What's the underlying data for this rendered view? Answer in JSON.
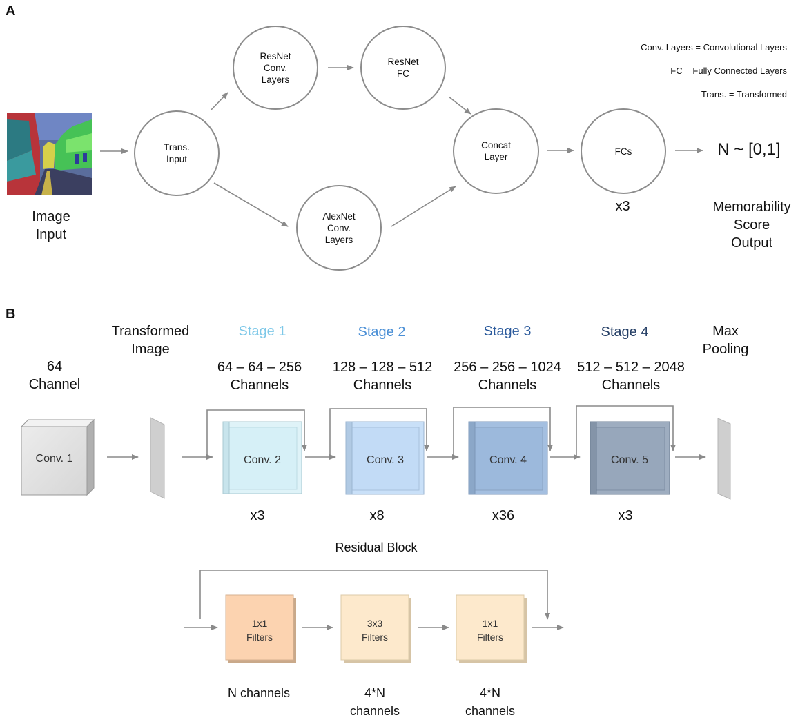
{
  "panel_a": {
    "label": "A",
    "legend": [
      "Conv. Layers = Convolutional Layers",
      "FC = Fully Connected Layers",
      "Trans. = Transformed"
    ],
    "image_input_label": "Image\nInput",
    "nodes": {
      "trans_input": "Trans.\nInput",
      "resnet_conv": "ResNet\nConv.\nLayers",
      "resnet_fc": "ResNet\nFC",
      "alexnet_conv": "AlexNet\nConv.\nLayers",
      "concat": "Concat\nLayer",
      "fcs": "FCs"
    },
    "fcs_repeat": "x3",
    "output_value": "N ~ [0,1]",
    "output_label": "Memorability\nScore\nOutput"
  },
  "panel_b": {
    "label": "B",
    "channel_64": "64\nChannel",
    "transformed_image": "Transformed\nImage",
    "max_pooling": "Max\nPooling",
    "conv1_label": "Conv. 1",
    "stages": [
      {
        "name": "Stage 1",
        "channels": "64 – 64 – 256\nChannels",
        "conv": "Conv. 2",
        "repeat": "x3",
        "color": "#7ec8e8"
      },
      {
        "name": "Stage 2",
        "channels": "128 – 128 – 512\nChannels",
        "conv": "Conv. 3",
        "repeat": "x8",
        "color": "#4a8fd6"
      },
      {
        "name": "Stage 3",
        "channels": "256 – 256 – 1024\nChannels",
        "conv": "Conv. 4",
        "repeat": "x36",
        "color": "#2b5a9c"
      },
      {
        "name": "Stage 4",
        "channels": "512 – 512 – 2048\nChannels",
        "conv": "Conv. 5",
        "repeat": "x3",
        "color": "#253f66"
      }
    ],
    "residual_block": {
      "title": "Residual Block",
      "filters": [
        {
          "label": "1x1\nFilters",
          "channels": "N channels"
        },
        {
          "label": "3x3\nFilters",
          "channels": "4*N\nchannels"
        },
        {
          "label": "1x1\nFilters",
          "channels": "4*N\nchannels"
        }
      ]
    }
  }
}
